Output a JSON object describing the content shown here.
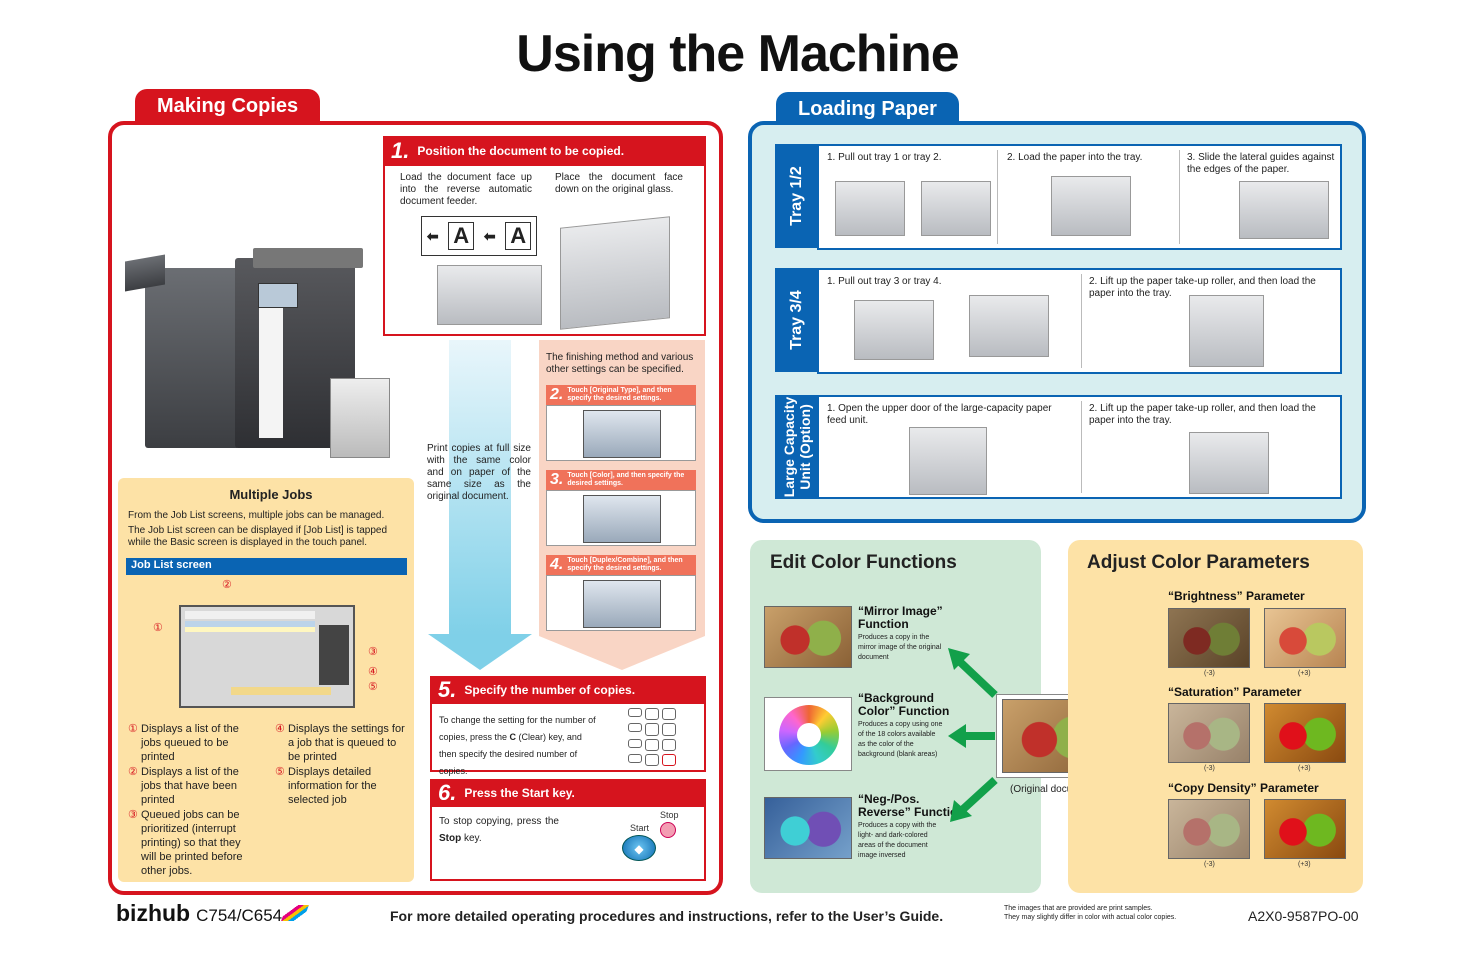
{
  "title": "Using the Machine",
  "making_copies": {
    "tab": "Making Copies",
    "step1": {
      "num": "1.",
      "title": "Position the document to be copied.",
      "left_text": "Load the document face up into the reverse automatic document feeder.",
      "right_text": "Place the document face down on the original glass.",
      "arrow_letters": [
        "A",
        "A"
      ]
    },
    "flow_text": "Print copies at full size with the same color and on paper of the same size as the original document.",
    "finishing_text": "The finishing method and various other settings can be specified.",
    "step2": {
      "num": "2.",
      "title": "Touch [Original Type], and then specify the desired settings."
    },
    "step3": {
      "num": "3.",
      "title": "Touch [Color], and then specify the desired settings."
    },
    "step4": {
      "num": "4.",
      "title": "Touch [Duplex/Combine], and then specify the desired settings."
    },
    "step5": {
      "num": "5.",
      "title": "Specify the number of copies.",
      "text_before": "To change the setting for the number of copies, press the ",
      "key": "C",
      "text_after": " (Clear) key, and then specify the desired number of copies."
    },
    "step6": {
      "num": "6.",
      "title": "Press the Start key.",
      "text_before": "To stop copying, press the ",
      "key": "Stop",
      "text_after": " key.",
      "stop_label": "Stop",
      "start_label": "Start"
    },
    "multiple_jobs": {
      "title": "Multiple Jobs",
      "intro1": "From the Job List screens, multiple jobs can be managed.",
      "intro2": "The Job List screen can be displayed if [Job List] is tapped while the Basic screen is displayed in the touch panel.",
      "bar": "Job List screen",
      "callouts": [
        "①",
        "②",
        "③",
        "④",
        "⑤"
      ],
      "items": [
        {
          "num": "①",
          "text": "Displays a list of the jobs queued to be printed"
        },
        {
          "num": "②",
          "text": "Displays a list of the jobs that have been printed"
        },
        {
          "num": "③",
          "text": "Queued jobs can be prioritized (interrupt printing) so that they will be printed before other jobs."
        },
        {
          "num": "④",
          "text": "Displays the settings for a job that is queued to be printed"
        },
        {
          "num": "⑤",
          "text": "Displays detailed information for the selected job"
        }
      ]
    }
  },
  "loading_paper": {
    "tab": "Loading Paper",
    "tray12": {
      "label": "Tray 1/2",
      "steps": [
        "1. Pull out tray 1 or tray 2.",
        "2. Load the paper into the tray.",
        "3. Slide the lateral guides against the edges of the paper."
      ]
    },
    "tray34": {
      "label": "Tray 3/4",
      "steps": [
        "1. Pull out tray 3 or tray 4.",
        "2. Lift up the paper take-up roller, and then load the paper into the tray."
      ]
    },
    "lcu": {
      "label1": "Large Capacity",
      "label2": "Unit (Option)",
      "steps": [
        "1. Open the upper door of the large-capacity paper feed unit.",
        "2. Lift up the paper take-up roller, and then load the paper into the tray."
      ]
    }
  },
  "edit_color": {
    "title": "Edit Color Functions",
    "items": [
      {
        "title": "“Mirror Image” Function",
        "desc": "Produces a copy in the mirror image of the original document"
      },
      {
        "title": "“Background Color” Function",
        "desc": "Produces a copy using one of the 18 colors available as the color of the background (blank areas)"
      },
      {
        "title": "“Neg-/Pos. Reverse” Function",
        "desc": "Produces a copy with the light- and dark-colored areas of the document image inversed"
      }
    ],
    "original_label": "(Original document)"
  },
  "adjust_color": {
    "title": "Adjust Color Parameters",
    "params": [
      {
        "title": "“Brightness” Parameter",
        "minus": "(-3)",
        "plus": "(+3)"
      },
      {
        "title": "“Saturation” Parameter",
        "minus": "(-3)",
        "plus": "(+3)"
      },
      {
        "title": "“Copy Density” Parameter",
        "minus": "(-3)",
        "plus": "(+3)"
      }
    ]
  },
  "footer": {
    "brand": "bizhub",
    "model": "C754/C654",
    "guide": "For more detailed operating procedures and instructions, refer to the User’s Guide.",
    "note1": "The images that are provided are print samples.",
    "note2": "They may slightly differ in color with actual color copies.",
    "code": "A2X0-9587PO-00"
  },
  "colors": {
    "red": "#d6141e",
    "blue": "#0a64b3",
    "green_panel": "#cfe8d6",
    "yellow_panel": "#fde2a6",
    "orange": "#f29a2e",
    "green_arrow": "#12a04a"
  }
}
